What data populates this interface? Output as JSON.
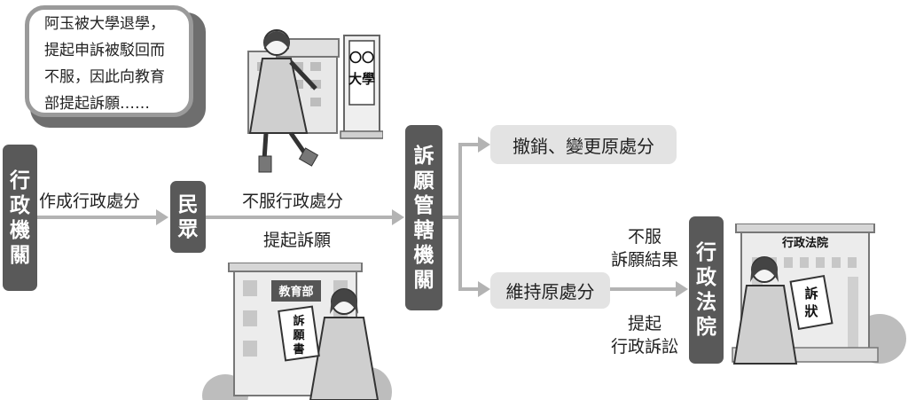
{
  "bubble": {
    "lines": [
      "阿玉被大學退學，",
      "提起申訴被駁回而",
      "不服，因此向教育",
      "部提起訴願……"
    ]
  },
  "university_sign": [
    "〇〇",
    "大學"
  ],
  "ministry_sign": "教育部",
  "petition_doc": [
    "訴",
    "願",
    "書"
  ],
  "court_sign": "行政法院",
  "complaint_doc": [
    "訴",
    "狀"
  ],
  "boxes": {
    "admin_agency": [
      "行",
      "政",
      "機",
      "關"
    ],
    "citizen": [
      "民",
      "眾"
    ],
    "petition_agency": [
      "訴",
      "願",
      "管",
      "轄",
      "機",
      "關"
    ],
    "admin_court": [
      "行",
      "政",
      "法",
      "院"
    ]
  },
  "outcomes": {
    "revoke": "撤銷、變更原處分",
    "maintain": "維持原處分"
  },
  "labels": {
    "make_disposition": "作成行政處分",
    "disagree": "不服行政處分",
    "file_petition": "提起訴願",
    "disagree_result": [
      "不服",
      "訴願結果"
    ],
    "file_lawsuit": [
      "提起",
      "行政訴訟"
    ]
  },
  "colors": {
    "dark_box": "#595959",
    "light_box": "#e3e3e3",
    "arrow": "#b0b0b0"
  }
}
